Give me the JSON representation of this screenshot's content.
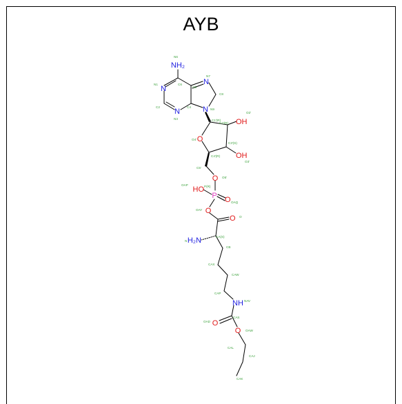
{
  "title": "AYB",
  "colors": {
    "bond": "#000000",
    "nitrogen": "#2020e0",
    "oxygen": "#e01818",
    "phosphorus": "#e040c0",
    "label": "#3aa03a"
  },
  "atoms": {
    "nh2_top": "NH₂",
    "n1": "N",
    "n3": "N",
    "n7": "N",
    "n9": "N",
    "oh_2": "OH",
    "oh_3": "OH",
    "o4": "O",
    "o5": "O",
    "ho_p": "HO",
    "p": "P",
    "o_p_dbl": "O",
    "o_ester": "O",
    "o_carbonyl": "O",
    "h2n_alpha": "H₂N",
    "nh_side": "NH",
    "o_carbamate_dbl": "O",
    "o_carbamate": "O"
  },
  "labels": {
    "n6": "N6",
    "n7": "N7",
    "n1": "N1",
    "c6": "C6",
    "c5": "C5",
    "c8": "C8",
    "c2": "C2",
    "c4": "C4",
    "n3": "N3",
    "n9": "N9",
    "c1p": "C1'(R)",
    "c2p": "C2'(R)",
    "o2p": "O2'",
    "o4p": "O4'",
    "c3p": "C3'(S)",
    "c4p": "C4'(R)",
    "o3p": "O3'",
    "c5p": "C5'",
    "o5p": "O5'",
    "pr": "P(R)",
    "oap": "OAP",
    "oaq": "OAQ",
    "oay": "OAY",
    "o": "O",
    "ca": "CA(S)",
    "n": "N",
    "cb": "CB",
    "cax": "CAX",
    "caw": "CAW",
    "cap": "CAP",
    "nav": "NAV",
    "cas": "CAS",
    "oad": "OAD",
    "oaw": "OAW",
    "cal": "CAL",
    "caj": "CAJ",
    "cak": "CAK"
  }
}
